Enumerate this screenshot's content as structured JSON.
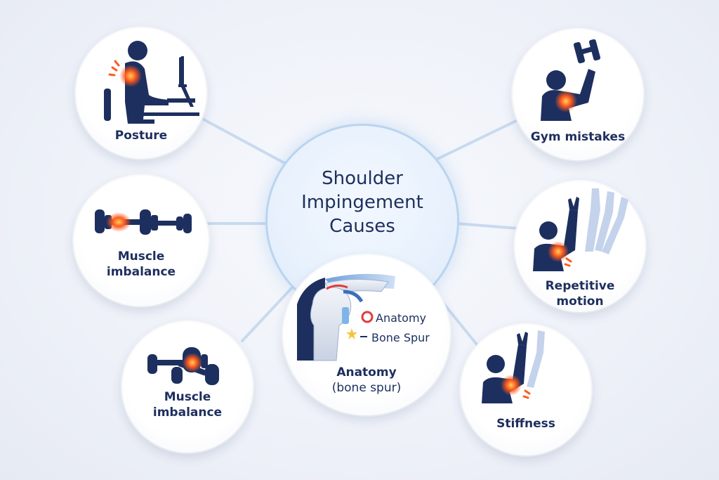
{
  "title_lines": [
    "Shoulder",
    "Impingement",
    "Causes"
  ],
  "nodes": {
    "posture": {
      "lines": [
        "Posture"
      ],
      "icon": "desk-posture-icon"
    },
    "gym_mistakes": {
      "lines": [
        "Gym mistakes"
      ],
      "icon": "overhead-dumbbell-icon"
    },
    "muscle_imbalance_1": {
      "lines": [
        "Muscle",
        "imbalance"
      ],
      "icon": "dumbbell-icon"
    },
    "repetitive_motion": {
      "lines": [
        "Repetitive",
        "motion"
      ],
      "icon": "raising-arm-icon"
    },
    "muscle_imbalance_2": {
      "lines": [
        "Muscle",
        "imbalance"
      ],
      "icon": "dumbbells-icon"
    },
    "anatomy": {
      "lines": [
        "Anatomy",
        "(bone spur)"
      ],
      "icon": "shoulder-joint-icon",
      "callouts": [
        "Anatomy",
        "Bone Spur"
      ]
    },
    "stiffness": {
      "lines": [
        "Stiffness"
      ],
      "icon": "stiff-arm-icon"
    }
  },
  "colors": {
    "figure": "#1d2f5e",
    "pain": "#ff5a1f",
    "connector": "#c5d8ee",
    "center_border": "#b9d4f0"
  }
}
